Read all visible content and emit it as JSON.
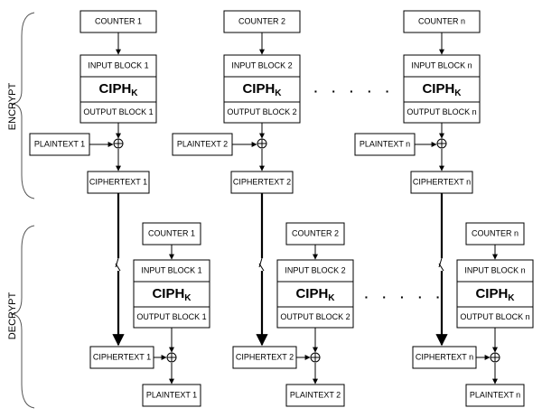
{
  "sections": {
    "encrypt": "ENCRYPT",
    "decrypt": "DECRYPT"
  },
  "ellipsis": ". . . . .",
  "ciph": {
    "base": "CIPH",
    "subscript": "K"
  },
  "encrypt_columns": [
    {
      "counter": "COUNTER 1",
      "input_block": "INPUT BLOCK 1",
      "output_block": "OUTPUT BLOCK 1",
      "plaintext": "PLAINTEXT 1",
      "ciphertext": "CIPHERTEXT 1"
    },
    {
      "counter": "COUNTER 2",
      "input_block": "INPUT BLOCK 2",
      "output_block": "OUTPUT BLOCK 2",
      "plaintext": "PLAINTEXT 2",
      "ciphertext": "CIPHERTEXT 2"
    },
    {
      "counter": "COUNTER n",
      "input_block": "INPUT BLOCK n",
      "output_block": "OUTPUT BLOCK n",
      "plaintext": "PLAINTEXT n",
      "ciphertext": "CIPHERTEXT n"
    }
  ],
  "decrypt_columns": [
    {
      "counter": "COUNTER 1",
      "input_block": "INPUT BLOCK 1",
      "output_block": "OUTPUT BLOCK 1",
      "ciphertext": "CIPHERTEXT 1",
      "plaintext": "PLAINTEXT 1"
    },
    {
      "counter": "COUNTER 2",
      "input_block": "INPUT BLOCK 2",
      "output_block": "OUTPUT BLOCK 2",
      "ciphertext": "CIPHERTEXT 2",
      "plaintext": "PLAINTEXT 2"
    },
    {
      "counter": "COUNTER n",
      "input_block": "INPUT BLOCK n",
      "output_block": "OUTPUT BLOCK n",
      "ciphertext": "CIPHERTEXT n",
      "plaintext": "PLAINTEXT n"
    }
  ]
}
